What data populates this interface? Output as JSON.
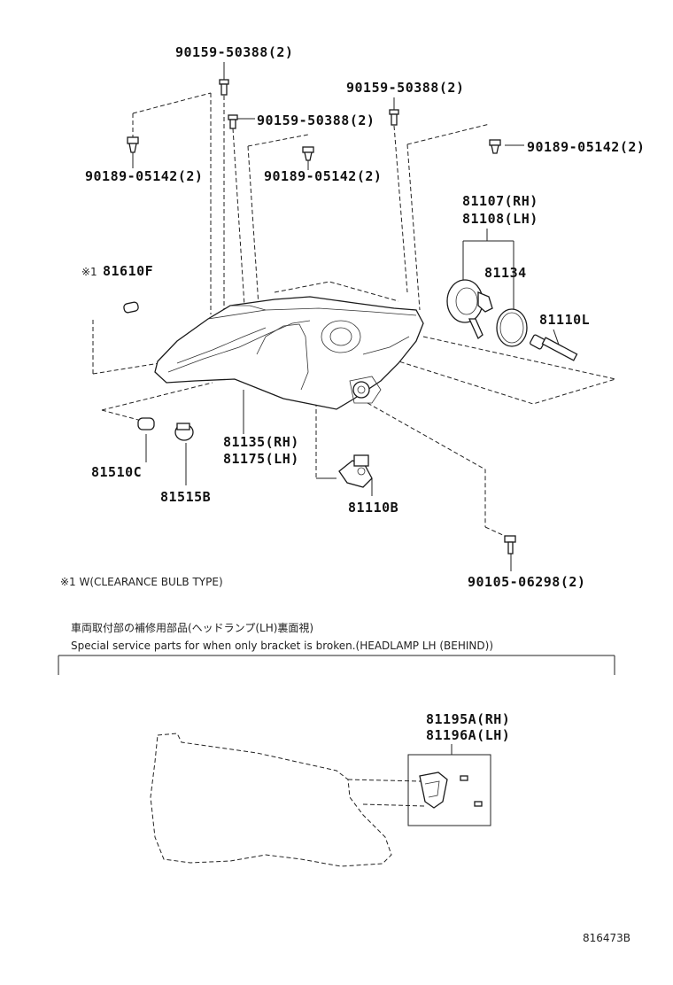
{
  "labels": {
    "bolt_top_left": "90159-50388(2)",
    "bolt_top_mid": "90159-50388(2)",
    "bolt_top_right": "90159-50388(2)",
    "clip_left": "90189-05142(2)",
    "clip_mid": "90189-05142(2)",
    "clip_right": "90189-05142(2)",
    "socket_rh": "81107(RH)",
    "socket_lh": "81108(LH)",
    "oring": "81134",
    "bulb_l": "81110L",
    "clearance_bulb_prefix": "※1",
    "clearance_bulb": "81610F",
    "bulb_c": "81510C",
    "socket_b": "81515B",
    "headlamp_rh": "81135(RH)",
    "headlamp_lh": "81175(LH)",
    "bulb_b": "81110B",
    "bolt_bottom": "90105-06298(2)",
    "bracket_rh": "81195A(RH)",
    "bracket_lh": "81196A(LH)",
    "figure_id": "816473B"
  },
  "notes": {
    "footnote": "※1  W(CLEARANCE BULB TYPE)",
    "jp_caption": "車両取付部の補修用部品(ヘッドランプ(LH)裏面視)",
    "en_caption": "Special service parts for when only bracket is broken.(HEADLAMP LH (BEHIND))"
  }
}
